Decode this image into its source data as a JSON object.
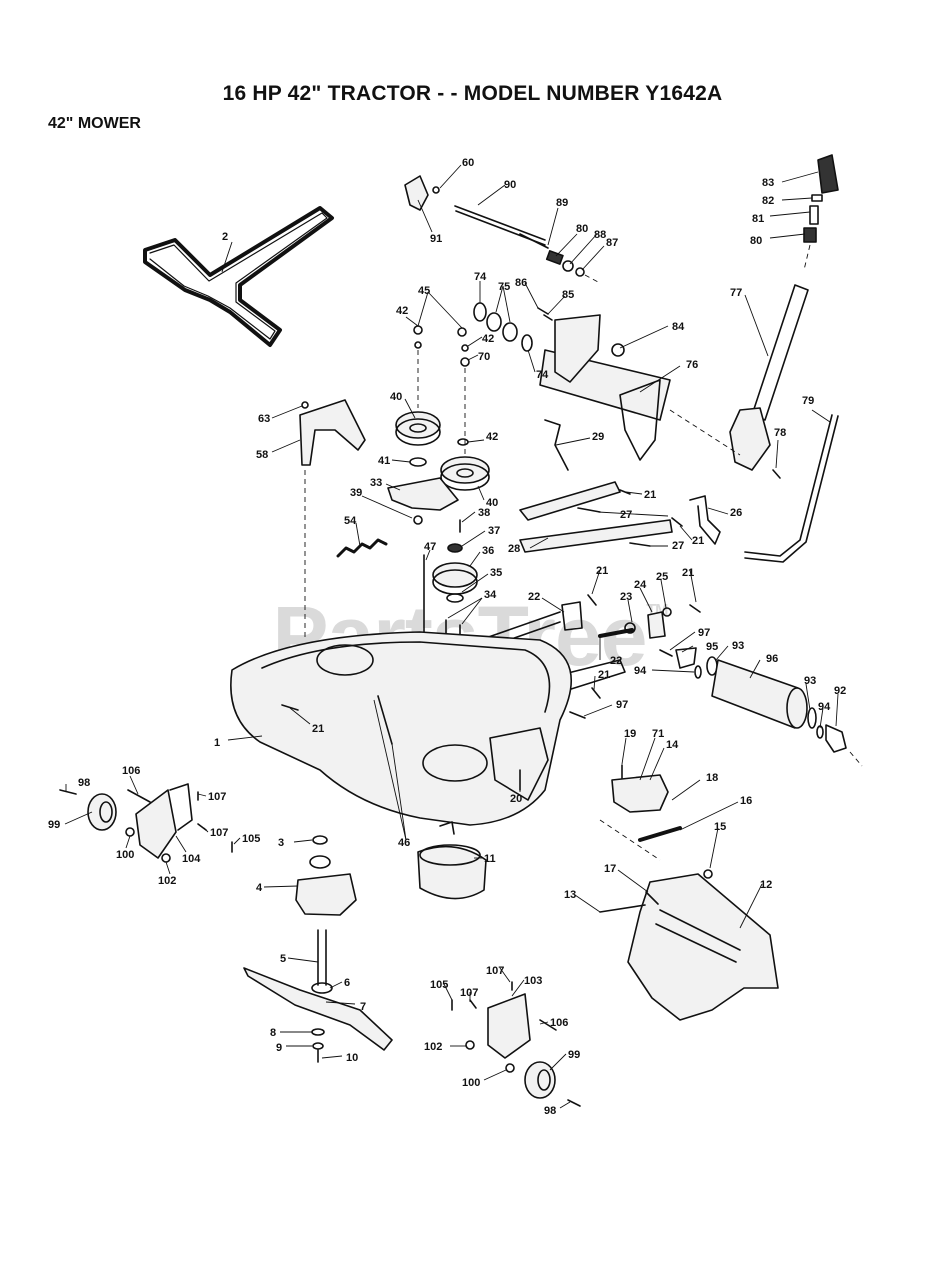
{
  "title": "16 HP 42\" TRACTOR - - MODEL NUMBER Y1642A",
  "subtitle": "42\" MOWER",
  "watermark": {
    "text": "PartsTree",
    "trademark": "TM"
  },
  "callouts": [
    {
      "n": "60",
      "part": "part-60"
    },
    {
      "n": "90",
      "part": "part-90"
    },
    {
      "n": "91",
      "part": "part-91"
    },
    {
      "n": "89",
      "part": "part-89"
    },
    {
      "n": "80",
      "part": "part-80"
    },
    {
      "n": "88",
      "part": "part-88"
    },
    {
      "n": "87",
      "part": "part-87"
    },
    {
      "n": "83",
      "part": "part-83"
    },
    {
      "n": "82",
      "part": "part-82"
    },
    {
      "n": "81",
      "part": "part-81"
    },
    {
      "n": "80",
      "part": "part-80"
    },
    {
      "n": "2",
      "part": "part-2"
    },
    {
      "n": "74",
      "part": "part-74"
    },
    {
      "n": "75",
      "part": "part-75"
    },
    {
      "n": "86",
      "part": "part-86"
    },
    {
      "n": "85",
      "part": "part-85"
    },
    {
      "n": "45",
      "part": "part-45"
    },
    {
      "n": "42",
      "part": "part-42"
    },
    {
      "n": "42",
      "part": "part-42"
    },
    {
      "n": "70",
      "part": "part-70"
    },
    {
      "n": "84",
      "part": "part-84"
    },
    {
      "n": "74",
      "part": "part-74"
    },
    {
      "n": "77",
      "part": "part-77"
    },
    {
      "n": "76",
      "part": "part-76"
    },
    {
      "n": "63",
      "part": "part-63"
    },
    {
      "n": "58",
      "part": "part-58"
    },
    {
      "n": "40",
      "part": "part-40"
    },
    {
      "n": "42",
      "part": "part-42"
    },
    {
      "n": "41",
      "part": "part-41"
    },
    {
      "n": "29",
      "part": "part-29"
    },
    {
      "n": "79",
      "part": "part-79"
    },
    {
      "n": "78",
      "part": "part-78"
    },
    {
      "n": "33",
      "part": "part-33"
    },
    {
      "n": "40",
      "part": "part-40"
    },
    {
      "n": "39",
      "part": "part-39"
    },
    {
      "n": "21",
      "part": "part-21"
    },
    {
      "n": "38",
      "part": "part-38"
    },
    {
      "n": "27",
      "part": "part-27"
    },
    {
      "n": "26",
      "part": "part-26"
    },
    {
      "n": "54",
      "part": "part-54"
    },
    {
      "n": "37",
      "part": "part-37"
    },
    {
      "n": "28",
      "part": "part-28"
    },
    {
      "n": "27",
      "part": "part-27"
    },
    {
      "n": "21",
      "part": "part-21"
    },
    {
      "n": "47",
      "part": "part-47"
    },
    {
      "n": "36",
      "part": "part-36"
    },
    {
      "n": "35",
      "part": "part-35"
    },
    {
      "n": "21",
      "part": "part-21"
    },
    {
      "n": "21",
      "part": "part-21"
    },
    {
      "n": "34",
      "part": "part-34"
    },
    {
      "n": "22",
      "part": "part-22"
    },
    {
      "n": "23",
      "part": "part-23"
    },
    {
      "n": "24",
      "part": "part-24"
    },
    {
      "n": "25",
      "part": "part-25"
    },
    {
      "n": "97",
      "part": "part-97"
    },
    {
      "n": "95",
      "part": "part-95"
    },
    {
      "n": "93",
      "part": "part-93"
    },
    {
      "n": "22",
      "part": "part-22"
    },
    {
      "n": "94",
      "part": "part-94"
    },
    {
      "n": "96",
      "part": "part-96"
    },
    {
      "n": "21",
      "part": "part-21"
    },
    {
      "n": "93",
      "part": "part-93"
    },
    {
      "n": "92",
      "part": "part-92"
    },
    {
      "n": "94",
      "part": "part-94"
    },
    {
      "n": "97",
      "part": "part-97"
    },
    {
      "n": "21",
      "part": "part-21"
    },
    {
      "n": "1",
      "part": "part-1"
    },
    {
      "n": "19",
      "part": "part-19"
    },
    {
      "n": "71",
      "part": "part-71"
    },
    {
      "n": "14",
      "part": "part-14"
    },
    {
      "n": "98",
      "part": "part-98"
    },
    {
      "n": "106",
      "part": "part-106"
    },
    {
      "n": "18",
      "part": "part-18"
    },
    {
      "n": "107",
      "part": "part-107"
    },
    {
      "n": "20",
      "part": "part-20"
    },
    {
      "n": "16",
      "part": "part-16"
    },
    {
      "n": "99",
      "part": "part-99"
    },
    {
      "n": "107",
      "part": "part-107"
    },
    {
      "n": "105",
      "part": "part-105"
    },
    {
      "n": "15",
      "part": "part-15"
    },
    {
      "n": "3",
      "part": "part-3"
    },
    {
      "n": "46",
      "part": "part-46"
    },
    {
      "n": "100",
      "part": "part-100"
    },
    {
      "n": "104",
      "part": "part-104"
    },
    {
      "n": "11",
      "part": "part-11"
    },
    {
      "n": "102",
      "part": "part-102"
    },
    {
      "n": "17",
      "part": "part-17"
    },
    {
      "n": "12",
      "part": "part-12"
    },
    {
      "n": "4",
      "part": "part-4"
    },
    {
      "n": "13",
      "part": "part-13"
    },
    {
      "n": "5",
      "part": "part-5"
    },
    {
      "n": "6",
      "part": "part-6"
    },
    {
      "n": "107",
      "part": "part-107"
    },
    {
      "n": "105",
      "part": "part-105"
    },
    {
      "n": "103",
      "part": "part-103"
    },
    {
      "n": "7",
      "part": "part-7"
    },
    {
      "n": "107",
      "part": "part-107"
    },
    {
      "n": "106",
      "part": "part-106"
    },
    {
      "n": "8",
      "part": "part-8"
    },
    {
      "n": "9",
      "part": "part-9"
    },
    {
      "n": "102",
      "part": "part-102"
    },
    {
      "n": "10",
      "part": "part-10"
    },
    {
      "n": "99",
      "part": "part-99"
    },
    {
      "n": "100",
      "part": "part-100"
    },
    {
      "n": "98",
      "part": "part-98"
    }
  ]
}
